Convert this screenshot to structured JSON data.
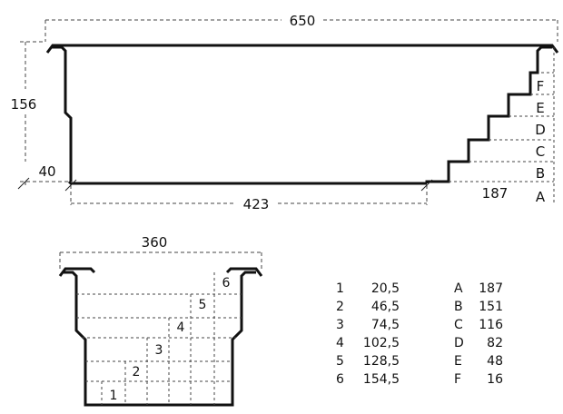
{
  "side_view": {
    "total_length": "650",
    "depth": "156",
    "shallow_step": "40",
    "floor_length": "423",
    "stair_length": "187",
    "stair_labels": [
      "A",
      "B",
      "C",
      "D",
      "E",
      "F"
    ]
  },
  "cross_section": {
    "width": "360",
    "step_numbers": [
      "1",
      "2",
      "3",
      "4",
      "5",
      "6"
    ]
  },
  "legend": {
    "numbers": [
      {
        "key": "1",
        "value": "20,5"
      },
      {
        "key": "2",
        "value": "46,5"
      },
      {
        "key": "3",
        "value": "74,5"
      },
      {
        "key": "4",
        "value": "102,5"
      },
      {
        "key": "5",
        "value": "128,5"
      },
      {
        "key": "6",
        "value": "154,5"
      }
    ],
    "letters": [
      {
        "key": "A",
        "value": "187"
      },
      {
        "key": "B",
        "value": "151"
      },
      {
        "key": "C",
        "value": "116"
      },
      {
        "key": "D",
        "value": "82"
      },
      {
        "key": "E",
        "value": "48"
      },
      {
        "key": "F",
        "value": "16"
      }
    ]
  }
}
